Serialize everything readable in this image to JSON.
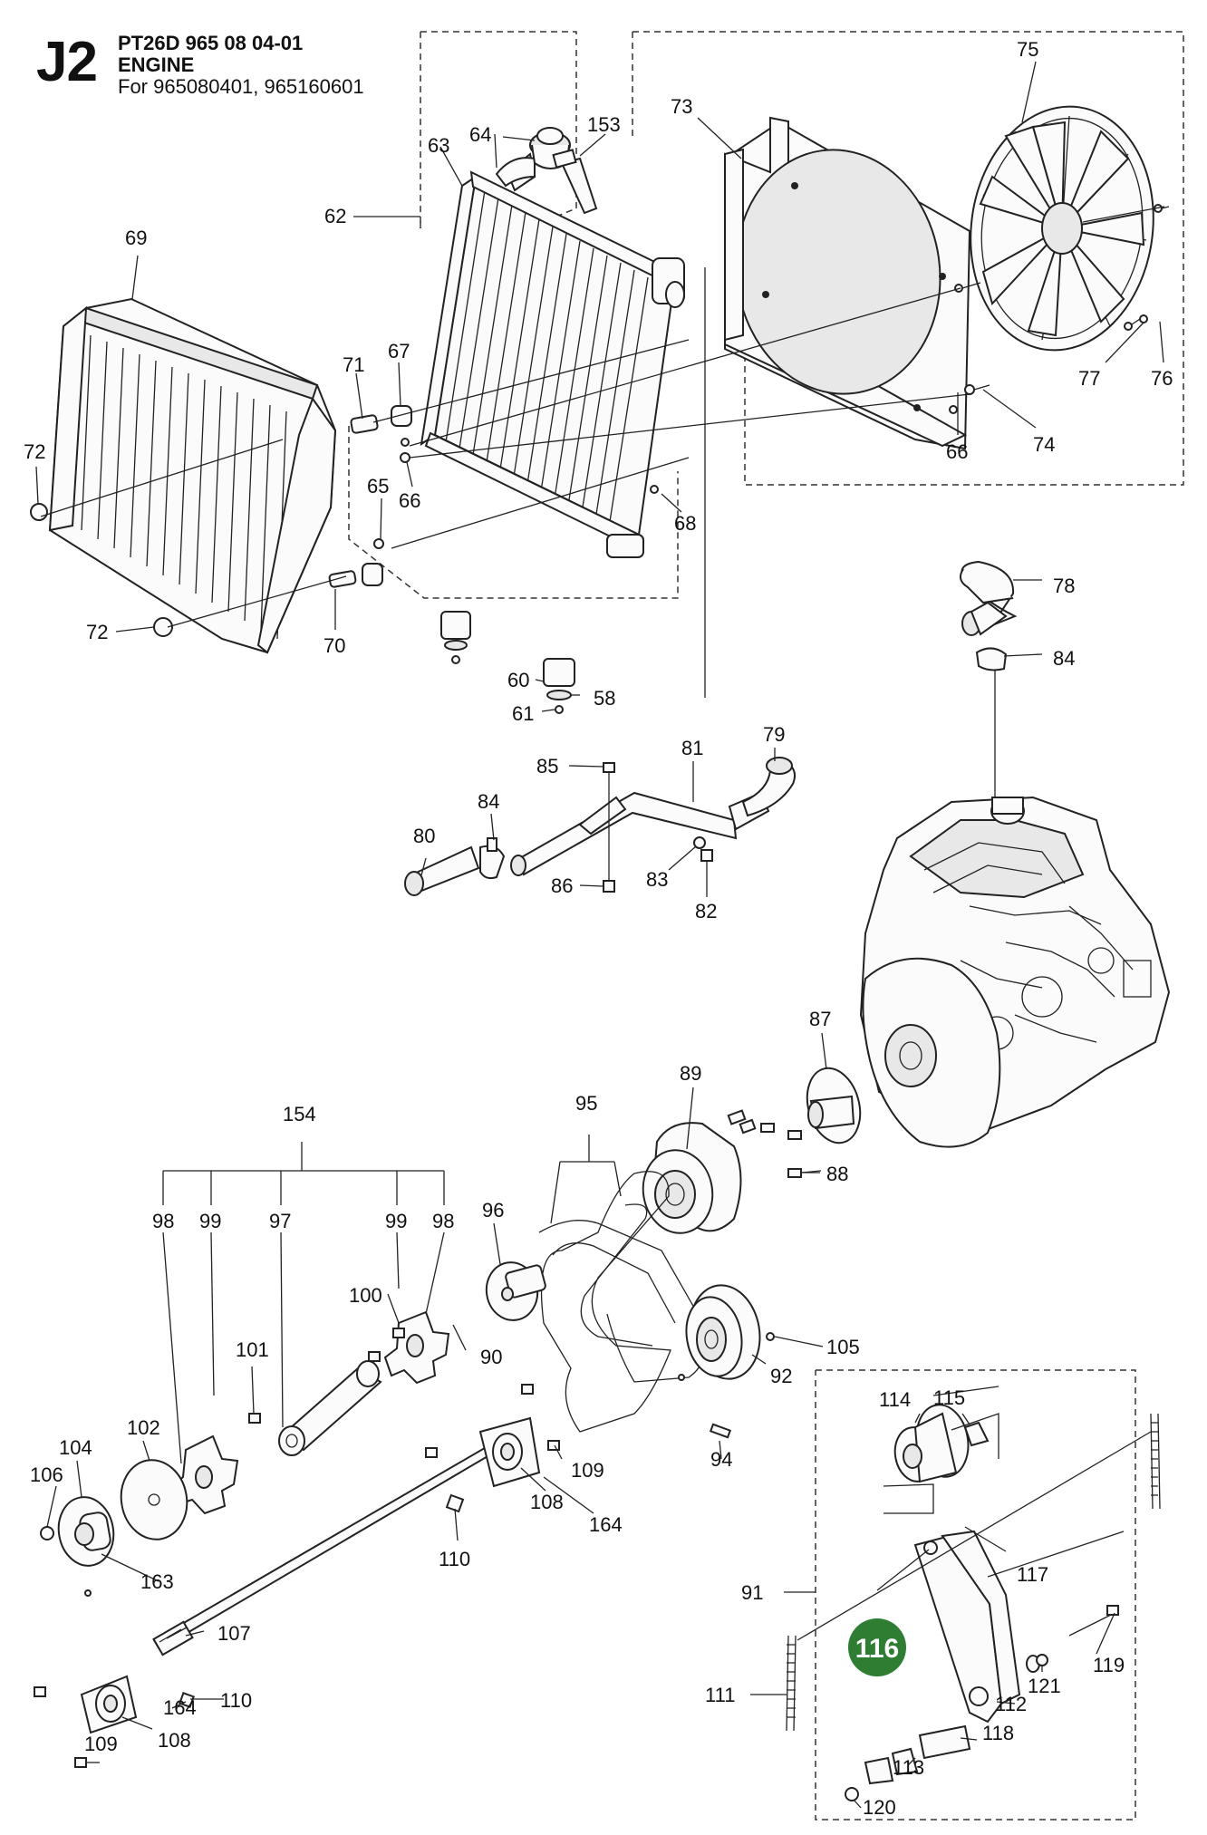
{
  "header": {
    "section_code": "J2",
    "doc_id": "PT26D 965 08 04-01",
    "title": "ENGINE",
    "models": "For 965080401, 965160601"
  },
  "colors": {
    "highlight": "#2e7d32",
    "line": "#222222"
  },
  "highlight": {
    "label": "116"
  },
  "callouts": [
    {
      "id": "c75",
      "text": "75"
    },
    {
      "id": "c64",
      "text": "64"
    },
    {
      "id": "c153",
      "text": "153"
    },
    {
      "id": "c73",
      "text": "73"
    },
    {
      "id": "c63",
      "text": "63"
    },
    {
      "id": "c62",
      "text": "62"
    },
    {
      "id": "c69",
      "text": "69"
    },
    {
      "id": "c71",
      "text": "71"
    },
    {
      "id": "c67",
      "text": "67"
    },
    {
      "id": "c72a",
      "text": "72"
    },
    {
      "id": "c65",
      "text": "65"
    },
    {
      "id": "c66a",
      "text": "66"
    },
    {
      "id": "c68",
      "text": "68"
    },
    {
      "id": "c77",
      "text": "77"
    },
    {
      "id": "c76",
      "text": "76"
    },
    {
      "id": "c66b",
      "text": "66"
    },
    {
      "id": "c74",
      "text": "74"
    },
    {
      "id": "c72b",
      "text": "72"
    },
    {
      "id": "c70",
      "text": "70"
    },
    {
      "id": "c78",
      "text": "78"
    },
    {
      "id": "c84a",
      "text": "84"
    },
    {
      "id": "c60",
      "text": "60"
    },
    {
      "id": "c58",
      "text": "58"
    },
    {
      "id": "c61",
      "text": "61"
    },
    {
      "id": "c85",
      "text": "85"
    },
    {
      "id": "c81",
      "text": "81"
    },
    {
      "id": "c79",
      "text": "79"
    },
    {
      "id": "c84b",
      "text": "84"
    },
    {
      "id": "c80",
      "text": "80"
    },
    {
      "id": "c83",
      "text": "83"
    },
    {
      "id": "c86",
      "text": "86"
    },
    {
      "id": "c82",
      "text": "82"
    },
    {
      "id": "c87",
      "text": "87"
    },
    {
      "id": "c89",
      "text": "89"
    },
    {
      "id": "c95",
      "text": "95"
    },
    {
      "id": "c154",
      "text": "154"
    },
    {
      "id": "c88",
      "text": "88"
    },
    {
      "id": "c98a",
      "text": "98"
    },
    {
      "id": "c99a",
      "text": "99"
    },
    {
      "id": "c97",
      "text": "97"
    },
    {
      "id": "c99b",
      "text": "99"
    },
    {
      "id": "c98b",
      "text": "98"
    },
    {
      "id": "c96",
      "text": "96"
    },
    {
      "id": "c100",
      "text": "100"
    },
    {
      "id": "c90",
      "text": "90"
    },
    {
      "id": "c105",
      "text": "105"
    },
    {
      "id": "c92",
      "text": "92"
    },
    {
      "id": "c101",
      "text": "101"
    },
    {
      "id": "c102",
      "text": "102"
    },
    {
      "id": "c104",
      "text": "104"
    },
    {
      "id": "c106",
      "text": "106"
    },
    {
      "id": "c163",
      "text": "163"
    },
    {
      "id": "c109a",
      "text": "109"
    },
    {
      "id": "c108a",
      "text": "108"
    },
    {
      "id": "c164a",
      "text": "164"
    },
    {
      "id": "c94",
      "text": "94"
    },
    {
      "id": "c110a",
      "text": "110"
    },
    {
      "id": "c114",
      "text": "114"
    },
    {
      "id": "c115",
      "text": "115"
    },
    {
      "id": "c107",
      "text": "107"
    },
    {
      "id": "c91",
      "text": "91"
    },
    {
      "id": "c117",
      "text": "117"
    },
    {
      "id": "c119",
      "text": "119"
    },
    {
      "id": "c111",
      "text": "111"
    },
    {
      "id": "c121",
      "text": "121"
    },
    {
      "id": "c112",
      "text": "112"
    },
    {
      "id": "c118",
      "text": "118"
    },
    {
      "id": "c113",
      "text": "113"
    },
    {
      "id": "c120",
      "text": "120"
    },
    {
      "id": "c164b",
      "text": "164"
    },
    {
      "id": "c110b",
      "text": "110"
    },
    {
      "id": "c109b",
      "text": "109"
    },
    {
      "id": "c108b",
      "text": "108"
    }
  ]
}
